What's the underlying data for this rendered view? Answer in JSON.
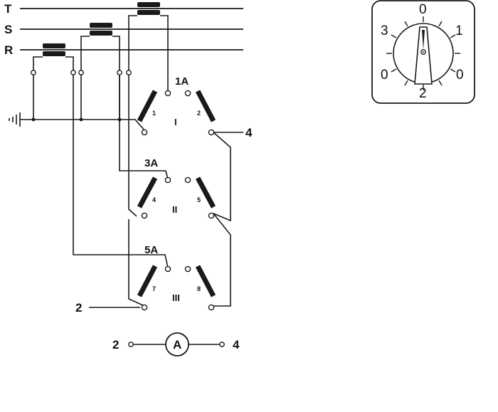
{
  "phases": [
    {
      "id": "T",
      "label": "T"
    },
    {
      "id": "S",
      "label": "S"
    },
    {
      "id": "R",
      "label": "R"
    }
  ],
  "decks": [
    {
      "roman": "I",
      "rating": "1A",
      "contact_left": "1",
      "contact_right": "2"
    },
    {
      "roman": "II",
      "rating": "3A",
      "contact_left": "4",
      "contact_right": "5"
    },
    {
      "roman": "III",
      "rating": "5A",
      "contact_left": "7",
      "contact_right": "8"
    }
  ],
  "terminals": {
    "output_right": "4",
    "output_left": "2"
  },
  "ammeter": {
    "symbol": "A",
    "left_terminal": "2",
    "right_terminal": "4"
  },
  "dial": {
    "positions": [
      "0",
      "1",
      "0",
      "2",
      "0",
      "3"
    ]
  },
  "colors": {
    "line": "#1a1a1a",
    "background": "#ffffff"
  }
}
